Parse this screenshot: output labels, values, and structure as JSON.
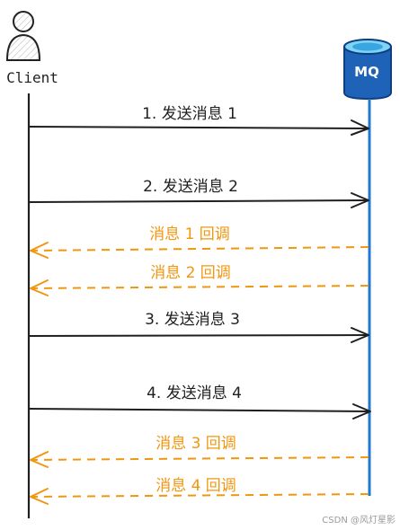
{
  "actors": {
    "client": {
      "label": "Client",
      "icon": "user-icon"
    },
    "mq": {
      "label": "MQ",
      "icon": "database-icon",
      "color": "#1565c0"
    }
  },
  "messages": [
    {
      "label": "1. 发送消息 1",
      "direction": "client-to-mq",
      "style": "solid",
      "color": "#1f1f1f"
    },
    {
      "label": "2. 发送消息 2",
      "direction": "client-to-mq",
      "style": "solid",
      "color": "#1f1f1f"
    },
    {
      "label": "消息 1 回调",
      "direction": "mq-to-client",
      "style": "dashed",
      "color": "#f0960f"
    },
    {
      "label": "消息 2 回调",
      "direction": "mq-to-client",
      "style": "dashed",
      "color": "#f0960f"
    },
    {
      "label": "3. 发送消息 3",
      "direction": "client-to-mq",
      "style": "solid",
      "color": "#1f1f1f"
    },
    {
      "label": "4. 发送消息 4",
      "direction": "client-to-mq",
      "style": "solid",
      "color": "#1f1f1f"
    },
    {
      "label": "消息 3 回调",
      "direction": "mq-to-client",
      "style": "dashed",
      "color": "#f0960f"
    },
    {
      "label": "消息 4 回调",
      "direction": "mq-to-client",
      "style": "dashed",
      "color": "#f0960f"
    }
  ],
  "watermark": "CSDN @风灯星影"
}
